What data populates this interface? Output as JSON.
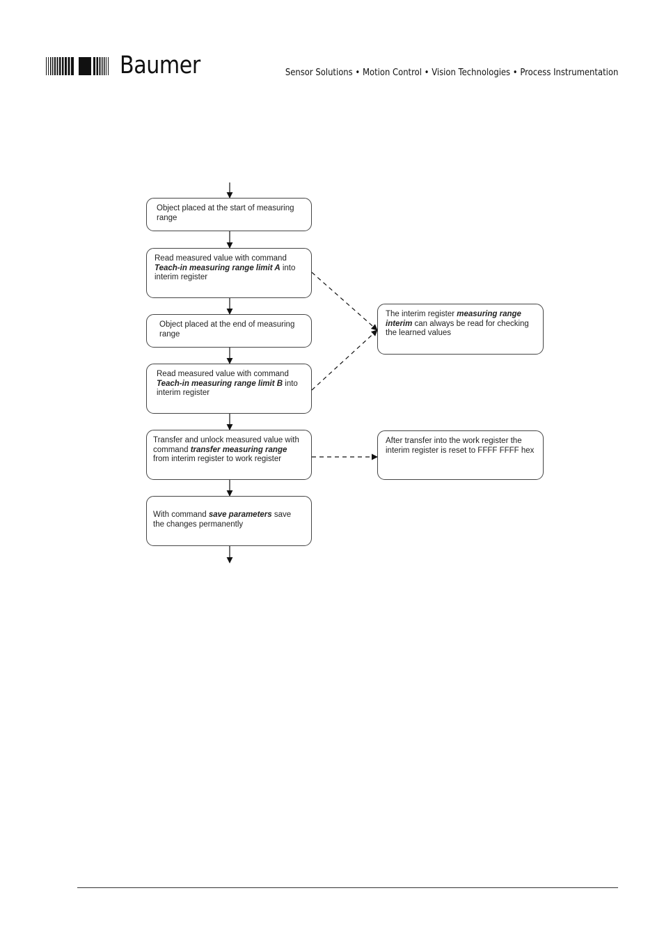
{
  "header": {
    "brand": "Baumer",
    "tagline": "Sensor Solutions • Motion Control • Vision Technologies • Process Instrumentation"
  },
  "flowchart": {
    "steps": [
      {
        "pre": "Object placed at the start of measuring range",
        "em": "",
        "post": ""
      },
      {
        "pre": "Read measured value with command ",
        "em": "Teach-in measuring range limit A",
        "post": " into interim register"
      },
      {
        "pre": "Object placed at the end of measuring range",
        "em": "",
        "post": ""
      },
      {
        "pre": "Read measured value with command ",
        "em": "Teach-in measuring range limit B",
        "post": " into interim register"
      },
      {
        "pre": "Transfer and unlock measured value with command ",
        "em": "transfer measuring range",
        "post": " from interim register to work register"
      },
      {
        "pre": "With command ",
        "em": "save parameters",
        "post": " save the changes permanently"
      }
    ],
    "notes": [
      {
        "pre": "The interim register ",
        "em": "measuring range interim",
        "post": " can always be read for checking the learned values"
      },
      {
        "pre": "After transfer into the work register the interim register is reset to FFFF FFFF hex",
        "em": "",
        "post": ""
      }
    ]
  }
}
